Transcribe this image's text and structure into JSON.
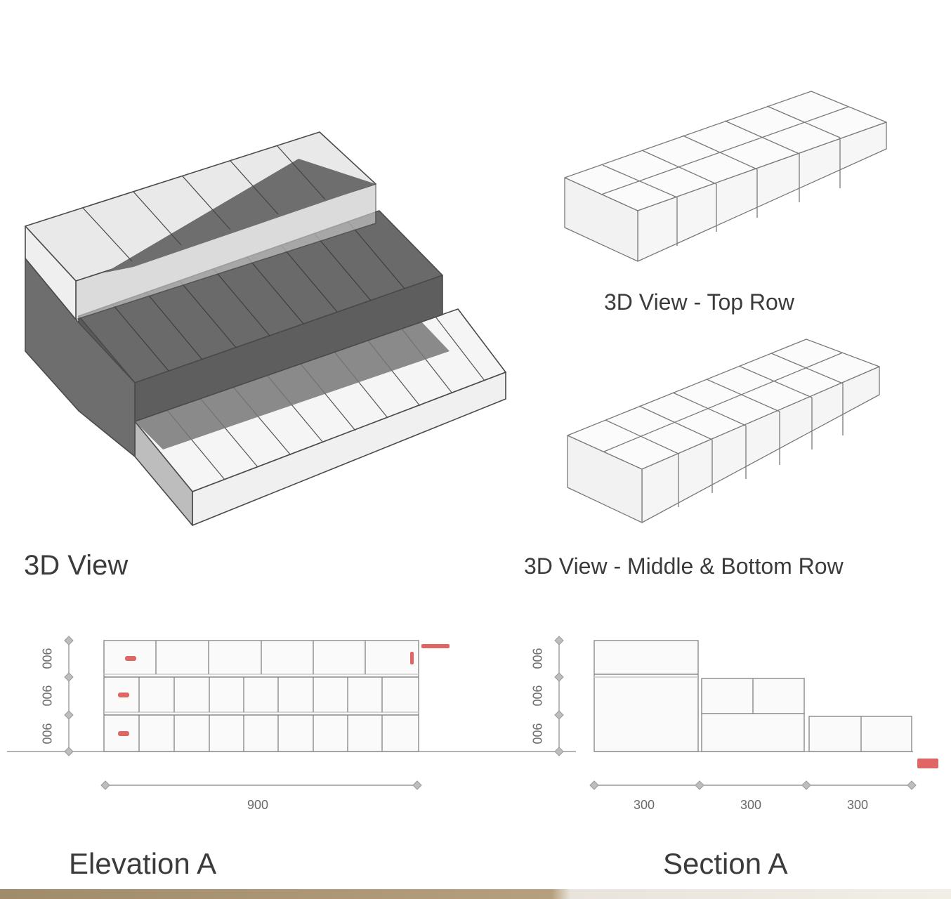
{
  "captions": {
    "main_3d": "3D View",
    "top_row": "3D View - Top Row",
    "middle_bottom_row": "3D View - Middle & Bottom Row",
    "elevation": "Elevation A",
    "section": "Section A"
  },
  "elevation": {
    "tier_heights": [
      "900",
      "900",
      "900"
    ],
    "width": "900"
  },
  "section": {
    "tier_heights": [
      "900",
      "900",
      "900"
    ],
    "depths": [
      "300",
      "300",
      "300"
    ]
  },
  "colors": {
    "line": "#7a7a7a",
    "dark_fill": "#6e6e6e",
    "light_fill": "#f4f4f4",
    "marker": "#e06666"
  }
}
